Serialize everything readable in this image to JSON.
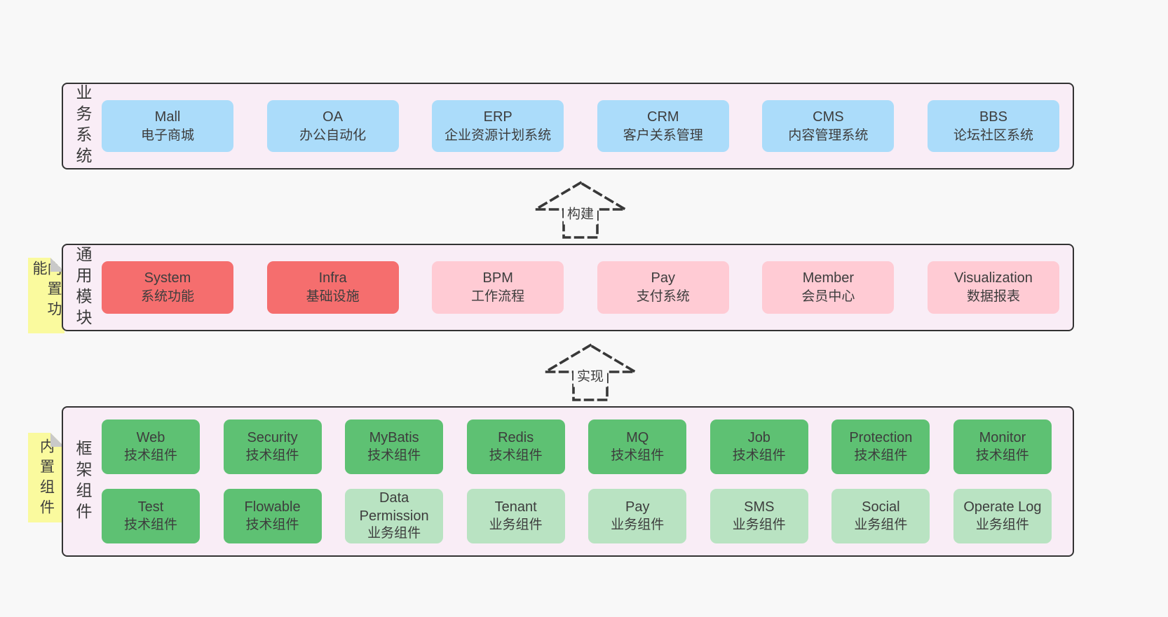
{
  "colors": {
    "page_bg": "#f8f8f8",
    "panel_bg": "#f9edf6",
    "panel_border": "#333333",
    "box_blue": "#abdcfa",
    "box_red": "#f56e6e",
    "box_pink": "#ffcbd4",
    "box_green": "#5ec173",
    "box_light_green": "#b9e3c2",
    "tab_yellow": "#fafa9e",
    "fold_gray": "#c9c9c9",
    "text": "#3d3d3d"
  },
  "arrows": [
    {
      "label": "构建"
    },
    {
      "label": "实现"
    }
  ],
  "layers": {
    "business": {
      "label": "业务系统",
      "boxes": [
        {
          "title": "Mall",
          "subtitle": "电子商城"
        },
        {
          "title": "OA",
          "subtitle": "办公自动化"
        },
        {
          "title": "ERP",
          "subtitle": "企业资源计划系统"
        },
        {
          "title": "CRM",
          "subtitle": "客户关系管理"
        },
        {
          "title": "CMS",
          "subtitle": "内容管理系统"
        },
        {
          "title": "BBS",
          "subtitle": "论坛社区系统"
        }
      ]
    },
    "modules": {
      "label": "通用模块",
      "tab": "内置功能",
      "boxes": [
        {
          "title": "System",
          "subtitle": "系统功能"
        },
        {
          "title": "Infra",
          "subtitle": "基础设施"
        },
        {
          "title": "BPM",
          "subtitle": "工作流程"
        },
        {
          "title": "Pay",
          "subtitle": "支付系统"
        },
        {
          "title": "Member",
          "subtitle": "会员中心"
        },
        {
          "title": "Visualization",
          "subtitle": "数据报表"
        }
      ]
    },
    "components": {
      "label": "框架组件",
      "tab": "内置组件",
      "row1": [
        {
          "title": "Web",
          "subtitle": "技术组件"
        },
        {
          "title": "Security",
          "subtitle": "技术组件"
        },
        {
          "title": "MyBatis",
          "subtitle": "技术组件"
        },
        {
          "title": "Redis",
          "subtitle": "技术组件"
        },
        {
          "title": "MQ",
          "subtitle": "技术组件"
        },
        {
          "title": "Job",
          "subtitle": "技术组件"
        },
        {
          "title": "Protection",
          "subtitle": "技术组件"
        },
        {
          "title": "Monitor",
          "subtitle": "技术组件"
        }
      ],
      "row2": [
        {
          "title": "Test",
          "subtitle": "技术组件"
        },
        {
          "title": "Flowable",
          "subtitle": "技术组件"
        },
        {
          "title": "Data Permission",
          "subtitle": "业务组件"
        },
        {
          "title": "Tenant",
          "subtitle": "业务组件"
        },
        {
          "title": "Pay",
          "subtitle": "业务组件"
        },
        {
          "title": "SMS",
          "subtitle": "业务组件"
        },
        {
          "title": "Social",
          "subtitle": "业务组件"
        },
        {
          "title": "Operate Log",
          "subtitle": "业务组件"
        }
      ]
    }
  }
}
